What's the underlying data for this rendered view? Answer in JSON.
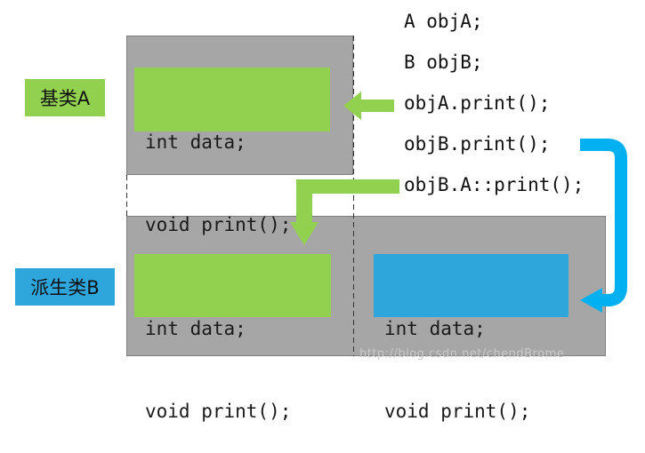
{
  "labels": {
    "base_class": "基类A",
    "derived_class": "派生类B"
  },
  "base_block": {
    "line1": "int data;",
    "line2": "void print();"
  },
  "derived_inherited_block": {
    "line1": "int data;",
    "line2": "void print();"
  },
  "derived_own_block": {
    "line1": "int data;",
    "line2": "void print();"
  },
  "statements": [
    "A objA;",
    "B objB;",
    "objA.print();",
    "objB.print();",
    "objB.A::print();"
  ],
  "watermark": "http://blog.csdn.net/chendBrome",
  "colors": {
    "gray_box": "#a6a6a6",
    "green": "#92d050",
    "blue": "#2ea6dc",
    "green_arrow": "#92d050",
    "blue_arrow": "#00b0f0"
  }
}
